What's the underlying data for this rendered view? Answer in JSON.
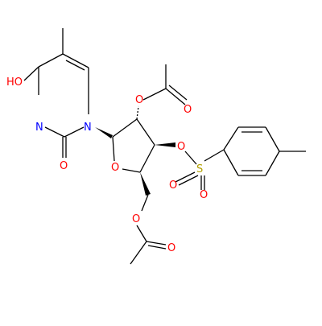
{
  "molecule": {
    "colors": {
      "bond": "#000000",
      "oxygen": "#ff0000",
      "nitrogen": "#0000ff",
      "sulfur": "#b2a000",
      "background": "#ffffff"
    },
    "atom_labels": {
      "ho": "HO",
      "n_ring": "N",
      "n_glyco": "N",
      "o_carbonyl": "O",
      "o_ring": "O",
      "o_acetate_2": "O",
      "o_acetate_2_carbonyl": "O",
      "o_tosyl_ester": "O",
      "s": "S",
      "o_sulfonyl_1": "O",
      "o_sulfonyl_2": "O",
      "o_acetate_5": "O",
      "o_acetate_5_carbonyl": "O"
    }
  }
}
